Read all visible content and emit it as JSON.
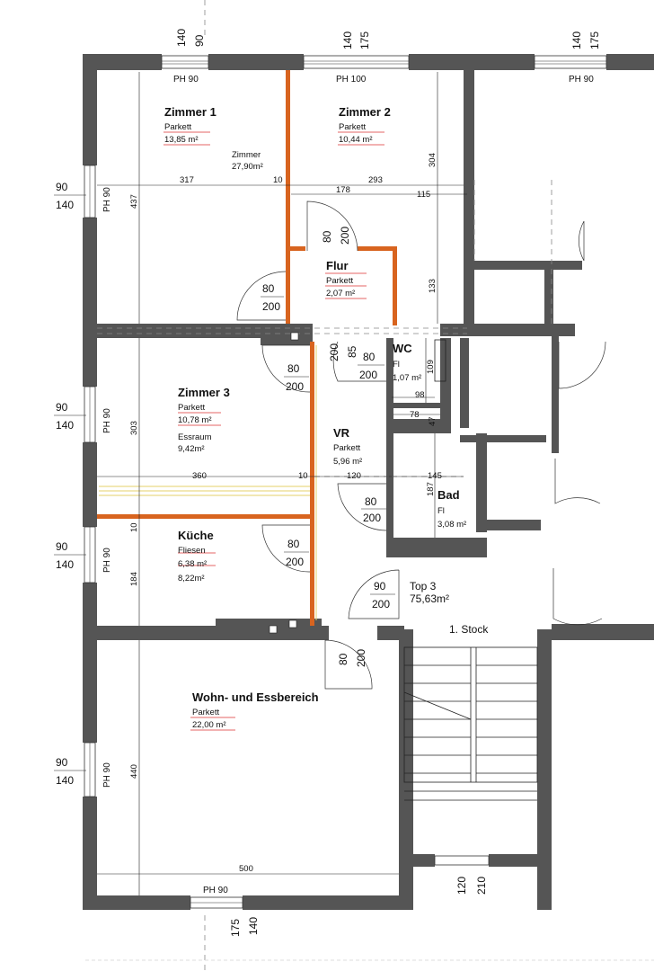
{
  "rooms": {
    "zimmer1": {
      "name": "Zimmer 1",
      "floor": "Parkett",
      "area": "13,85 m²"
    },
    "zimmer2": {
      "name": "Zimmer 2",
      "floor": "Parkett",
      "area": "10,44 m²"
    },
    "zimmer_combined": {
      "name": "Zimmer",
      "area": "27,90m²"
    },
    "flur": {
      "name": "Flur",
      "floor": "Parkett",
      "area": "2,07 m²"
    },
    "wc": {
      "name": "WC",
      "floor": "Fl",
      "area": "1,07 m²"
    },
    "zimmer3": {
      "name": "Zimmer 3",
      "floor": "Parkett",
      "area": "10,78 m²"
    },
    "essraum": {
      "name": "Essraum",
      "area": "9,42m²"
    },
    "vr": {
      "name": "VR",
      "floor": "Parkett",
      "area": "5,96 m²"
    },
    "bad": {
      "name": "Bad",
      "floor": "Fl",
      "area": "3,08 m²"
    },
    "kueche": {
      "name": "Küche",
      "floor": "Fliesen",
      "area": "6,38 m²",
      "area2": "8,22m²"
    },
    "wohn": {
      "name": "Wohn- und Essbereich",
      "floor": "Parkett",
      "area": "22,00 m²"
    },
    "top3": {
      "name": "Top 3",
      "area": "75,63m²"
    },
    "stock": {
      "name": "1. Stock"
    }
  },
  "windows": {
    "top1": {
      "w": "140",
      "h": "90",
      "ph": "PH 90"
    },
    "top2": {
      "w": "140",
      "h": "175",
      "ph": "PH 100"
    },
    "top3": {
      "w": "140",
      "h": "175",
      "ph": "PH 90"
    },
    "left1": {
      "h": "90",
      "w": "140",
      "ph": "PH 90"
    },
    "left2": {
      "h": "90",
      "w": "140",
      "ph": "PH 90"
    },
    "left3": {
      "h": "90",
      "w": "140",
      "ph": "PH 90"
    },
    "left4": {
      "h": "90",
      "w": "140",
      "ph": "PH 90"
    },
    "bottom": {
      "w": "175",
      "h": "140",
      "ph": "PH 90"
    },
    "stair": {
      "w": "120",
      "h": "210"
    }
  },
  "doors": {
    "flur_top": {
      "w": "80",
      "h": "200"
    },
    "flur_left": {
      "w": "80",
      "h": "200"
    },
    "wc": {
      "w": "80",
      "h": "200"
    },
    "z3": {
      "w": "80",
      "h": "200"
    },
    "bad": {
      "w": "80",
      "h": "200"
    },
    "kueche": {
      "w": "80",
      "h": "200"
    },
    "entry": {
      "w": "90",
      "h": "200"
    },
    "wohn": {
      "w": "80",
      "h": "200"
    },
    "vr_top": {
      "w": "85",
      "h": "200"
    }
  },
  "dims": {
    "d317": "317",
    "d10a": "10",
    "d293": "293",
    "d178": "178",
    "d115": "115",
    "d437": "437",
    "d304": "304",
    "d133": "133",
    "d303": "303",
    "d360": "360",
    "d10b": "10",
    "d120": "120",
    "d145": "145",
    "d187": "187",
    "d10c": "10",
    "d184": "184",
    "d440": "440",
    "d500": "500",
    "d109": "109",
    "d98": "98",
    "d78": "78",
    "d47": "47"
  }
}
